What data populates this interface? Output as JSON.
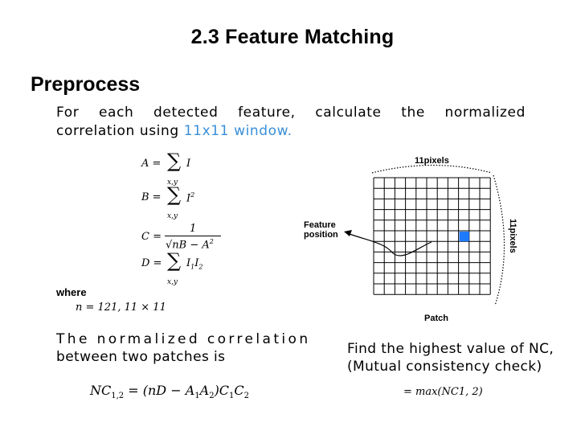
{
  "slide": {
    "title": "2.3 Feature Matching",
    "heading": "Preprocess",
    "intro_line1_words": [
      "For",
      "each",
      "detected",
      "feature,",
      "calculate",
      "the",
      "normalized"
    ],
    "intro_line2_prefix": "correlation using",
    "intro_line2_highlight": "11x11 window.",
    "accent_color": "#3a8fd8"
  },
  "formulas": {
    "A": {
      "lhs": "A =",
      "sum": "∑",
      "under": "x,y",
      "term": "I"
    },
    "B": {
      "lhs": "B =",
      "sum": "∑",
      "under": "x,y",
      "term": "I",
      "sup": "2"
    },
    "C": {
      "lhs": "C =",
      "numerator": "1",
      "denominator": "√nB − A",
      "sup": "2"
    },
    "D": {
      "lhs": "D =",
      "sum": "∑",
      "under": "x,y",
      "term": "I",
      "sub1": "1",
      "term2": "I",
      "sub2": "2"
    }
  },
  "where": {
    "label": "where",
    "n_expr": "n = 121, 11 × 11"
  },
  "diagram": {
    "top_label": "11pixels",
    "side_label": "11pixels",
    "bottom_label": "Patch",
    "feature_label_line1": "Feature",
    "feature_label_line2": "position",
    "grid_size": 11,
    "highlight_cell": {
      "row": 6,
      "col": 9
    },
    "highlight_color": "#1e7bff"
  },
  "nc": {
    "line1": "The normalized correlation",
    "line2": "between two patches is",
    "equation": "NC",
    "equation_sub": "1,2",
    "equation_rhs": "= (nD − A",
    "equation_rhs_sub1": "1",
    "equation_rhs_mid": "A",
    "equation_rhs_sub2": "2",
    "equation_rhs_end": ")C",
    "equation_rhs_sub3": "1",
    "equation_rhs_end2": "C",
    "equation_rhs_sub4": "2"
  },
  "find": {
    "line1": "Find the highest value of NC,",
    "line2": "(Mutual consistency check)",
    "equation": "= max(NC1, 2)"
  }
}
